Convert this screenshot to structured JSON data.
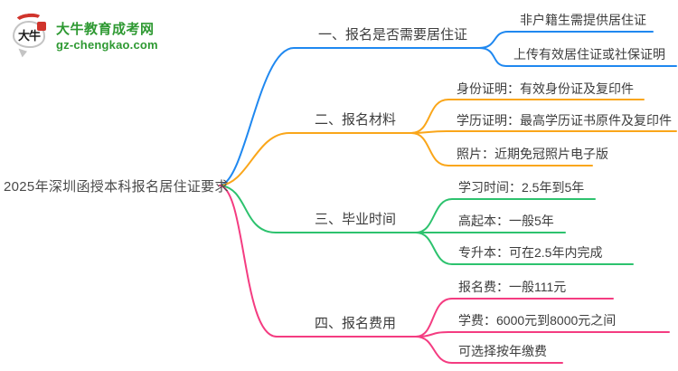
{
  "logo": {
    "icon_text": "大牛",
    "site_name": "大牛教育成考网",
    "site_url": "gz-chengkao.com",
    "brand_green": "#2e9932",
    "accent_red": "#d0342c"
  },
  "root": {
    "title": "2025年深圳函授本科报名居住证要求"
  },
  "branches": [
    {
      "label": "一、报名是否需要居住证",
      "color": "#1f88f0",
      "leaves": [
        "非户籍生需提供居住证",
        "上传有效居住证或社保证明"
      ]
    },
    {
      "label": "二、报名材料",
      "color": "#faa61a",
      "leaves": [
        "身份证明：有效身份证及复印件",
        "学历证明：最高学历证书原件及复印件",
        "照片：近期免冠照片电子版"
      ]
    },
    {
      "label": "三、毕业时间",
      "color": "#2dc26e",
      "leaves": [
        "学习时间：2.5年到5年",
        "高起本：一般5年",
        "专升本：可在2.5年内完成"
      ]
    },
    {
      "label": "四、报名费用",
      "color": "#f43c81",
      "leaves": [
        "报名费：一般111元",
        "学费：6000元到8000元之间",
        "可选择按年缴费"
      ]
    }
  ]
}
